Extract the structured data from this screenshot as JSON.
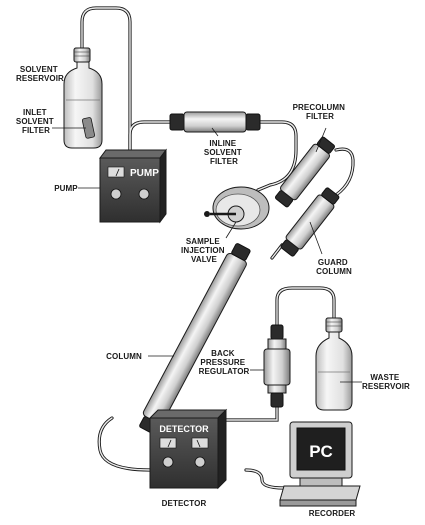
{
  "labels": {
    "solvent_reservoir": [
      "SOLVENT",
      "RESERVOIR"
    ],
    "inlet_solvent_filter": [
      "INLET",
      "SOLVENT",
      "FILTER"
    ],
    "pump": [
      "PUMP"
    ],
    "inline_solvent_filter": [
      "INLINE",
      "SOLVENT",
      "FILTER"
    ],
    "precolumn_filter": [
      "PRECOLUMN",
      "FILTER"
    ],
    "sample_injection_valve": [
      "SAMPLE",
      "INJECTION",
      "VALVE"
    ],
    "guard_column": [
      "GUARD",
      "COLUMN"
    ],
    "column": [
      "COLUMN"
    ],
    "back_pressure_regulator": [
      "BACK",
      "PRESSURE",
      "REGULATOR"
    ],
    "waste_reservoir": [
      "WASTE",
      "RESERVOIR"
    ],
    "detector": [
      "DETECTOR"
    ],
    "recorder": [
      "RECORDER"
    ]
  },
  "panels": {
    "pump_text": "PUMP",
    "detector_text": "DETECTOR",
    "pc_text": "PC"
  },
  "icons": [
    "bottle-icon",
    "pump-box-icon",
    "filter-cartridge-icon",
    "valve-icon",
    "column-tube-icon",
    "regulator-icon",
    "detector-box-icon",
    "computer-icon"
  ],
  "colors": {
    "line": "#1a1a1a",
    "box": "#3a3a3a",
    "tubing": "#e8e8e8"
  }
}
